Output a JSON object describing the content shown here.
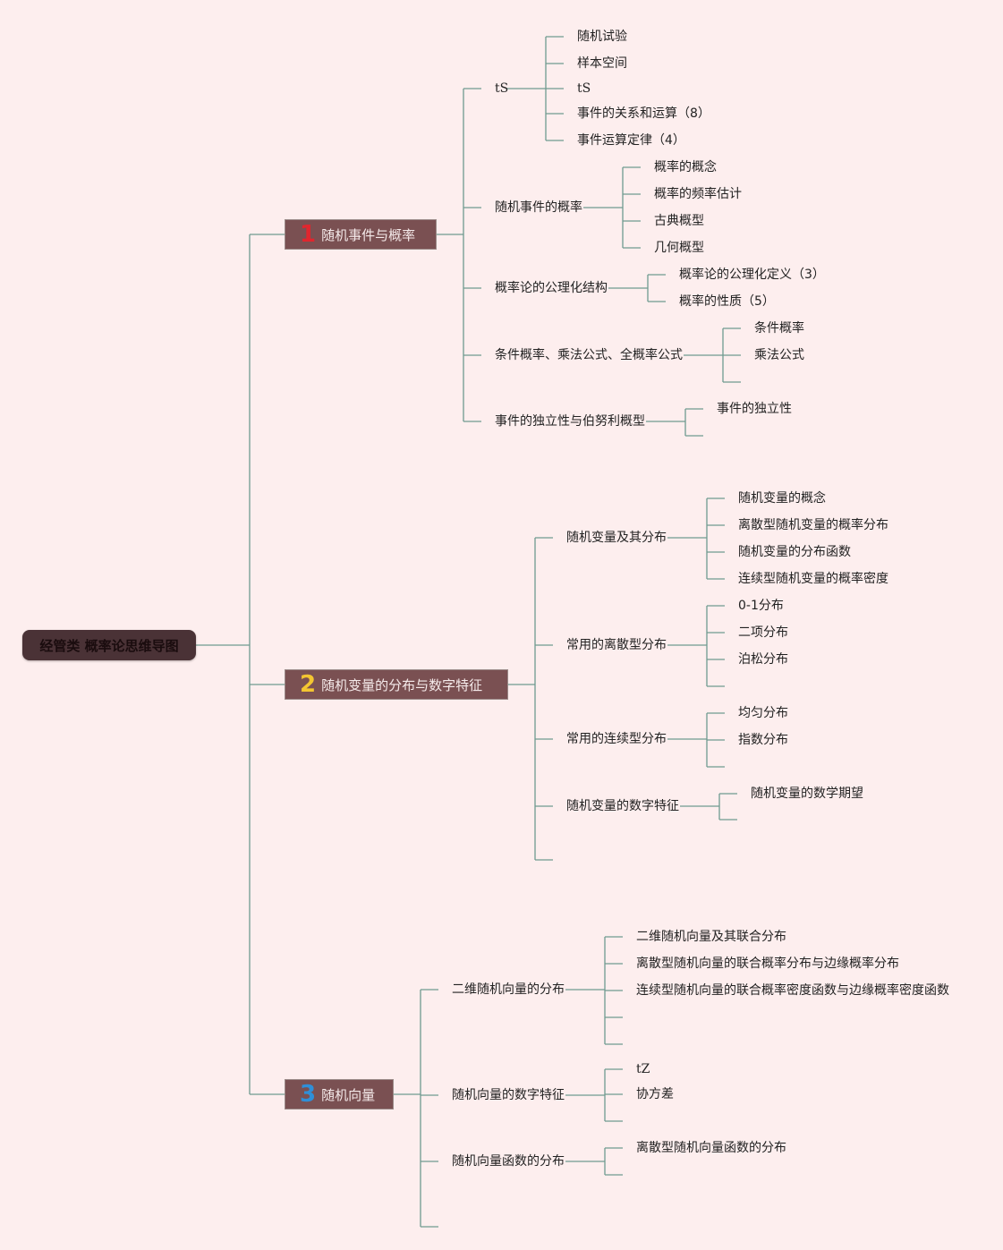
{
  "root": {
    "label": "经管类 概率论思维导图"
  },
  "topics": [
    {
      "num": "1",
      "num_color": "#e0262e",
      "label": "随机事件与概率",
      "subs": [
        {
          "label": "tS",
          "leaves": [
            "随机试验",
            "样本空间",
            "tS",
            "事件的关系和运算（8）",
            "事件运算定律（4）"
          ]
        },
        {
          "label": "随机事件的概率",
          "leaves": [
            "概率的概念",
            "概率的频率估计",
            "古典概型",
            "几何概型"
          ]
        },
        {
          "label": "概率论的公理化结构",
          "leaves": [
            "概率论的公理化定义（3）",
            "概率的性质（5）"
          ]
        },
        {
          "label": "条件概率、乘法公式、全概率公式",
          "leaves": [
            "条件概率",
            "乘法公式",
            ""
          ]
        },
        {
          "label": "事件的独立性与伯努利概型",
          "leaves": [
            "事件的独立性",
            ""
          ]
        }
      ]
    },
    {
      "num": "2",
      "num_color": "#f3c531",
      "label": "随机变量的分布与数字特征",
      "subs": [
        {
          "label": "随机变量及其分布",
          "leaves": [
            "随机变量的概念",
            "离散型随机变量的概率分布",
            "随机变量的分布函数",
            "连续型随机变量的概率密度"
          ]
        },
        {
          "label": "常用的离散型分布",
          "leaves": [
            "0-1分布",
            "二项分布",
            "泊松分布",
            ""
          ]
        },
        {
          "label": "常用的连续型分布",
          "leaves": [
            "均匀分布",
            "指数分布",
            ""
          ]
        },
        {
          "label": "随机变量的数字特征",
          "leaves": [
            "随机变量的数学期望",
            ""
          ]
        },
        {
          "label": "",
          "leaves": []
        }
      ]
    },
    {
      "num": "3",
      "num_color": "#2f8fd8",
      "label": "随机向量",
      "subs": [
        {
          "label": "二维随机向量的分布",
          "leaves": [
            "二维随机向量及其联合分布",
            "离散型随机向量的联合概率分布与边缘概率分布",
            "连续型随机向量的联合概率密度函数与边缘概率密度函数",
            "",
            ""
          ]
        },
        {
          "label": "随机向量的数字特征",
          "leaves": [
            "tZ",
            "协方差",
            ""
          ]
        },
        {
          "label": "随机向量函数的分布",
          "leaves": [
            "离散型随机向量函数的分布",
            ""
          ]
        },
        {
          "label": "",
          "leaves": []
        }
      ]
    }
  ],
  "colors": {
    "line": "#6f9a90",
    "background": "#fdeeee"
  }
}
